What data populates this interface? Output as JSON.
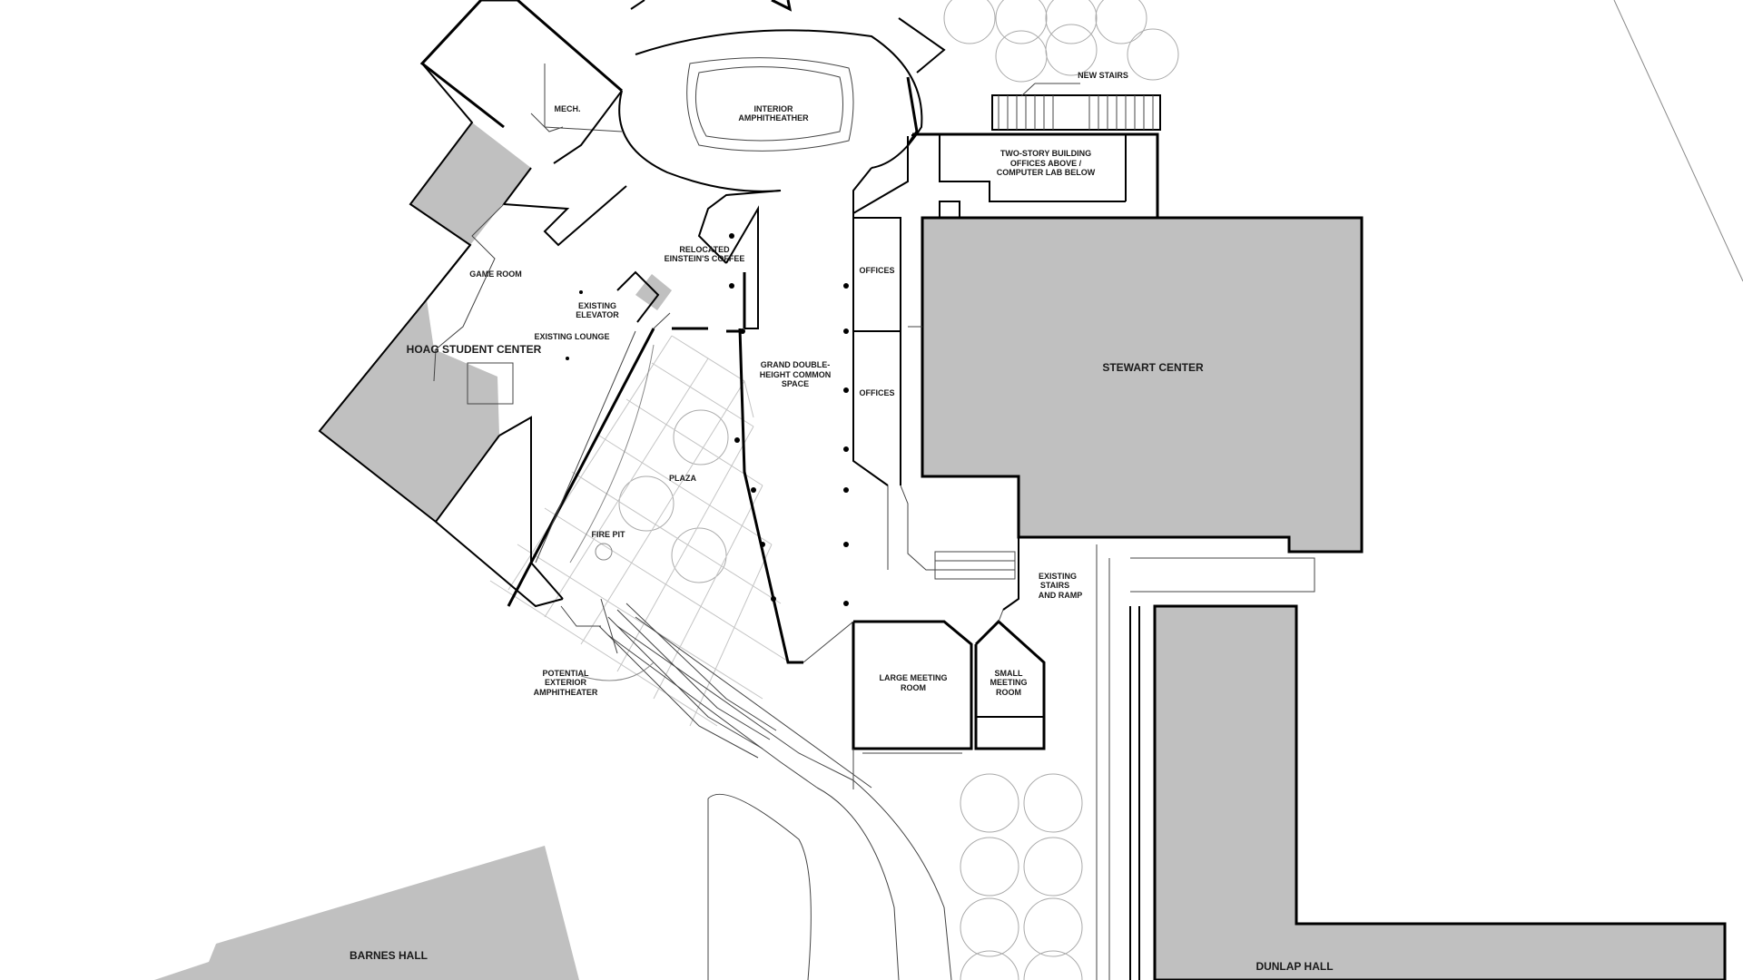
{
  "labels": {
    "new_stairs": "NEW STAIRS",
    "interior_amphitheater_1": "INTERIOR",
    "interior_amphitheater_2": "AMPHITHEATHER",
    "mech": "MECH.",
    "two_story_1": "TWO-STORY BUILDING",
    "two_story_2": "OFFICES ABOVE /",
    "two_story_3": "COMPUTER LAB BELOW",
    "relocated_coffee_1": "RELOCATED",
    "relocated_coffee_2": "EINSTEIN'S COFFEE",
    "game_room": "GAME ROOM",
    "existing_elevator_1": "EXISTING",
    "existing_elevator_2": "ELEVATOR",
    "existing_lounge": "EXISTING LOUNGE",
    "hoag_student_center": "HOAG STUDENT CENTER",
    "offices_upper": "OFFICES",
    "offices_lower": "OFFICES",
    "grand_common_1": "GRAND DOUBLE-",
    "grand_common_2": "HEIGHT COMMON",
    "grand_common_3": "SPACE",
    "stewart_center": "STEWART CENTER",
    "plaza": "PLAZA",
    "fire_pit": "FIRE PIT",
    "existing_stairs_1": "EXISTING",
    "existing_stairs_2": "STAIRS",
    "existing_stairs_3": "AND RAMP",
    "potential_amph_1": "POTENTIAL",
    "potential_amph_2": "EXTERIOR",
    "potential_amph_3": "AMPHITHEATER",
    "large_meeting_1": "LARGE MEETING",
    "large_meeting_2": "ROOM",
    "small_meeting_1": "SMALL",
    "small_meeting_2": "MEETING",
    "small_meeting_3": "ROOM",
    "barnes_hall": "BARNES HALL",
    "dunlap_hall": "DUNLAP HALL"
  },
  "colors": {
    "existing_building_fill": "#c0c0c0",
    "wall": "#000000",
    "grid": "#c4c4c4",
    "tree": "#aaaaaa"
  }
}
